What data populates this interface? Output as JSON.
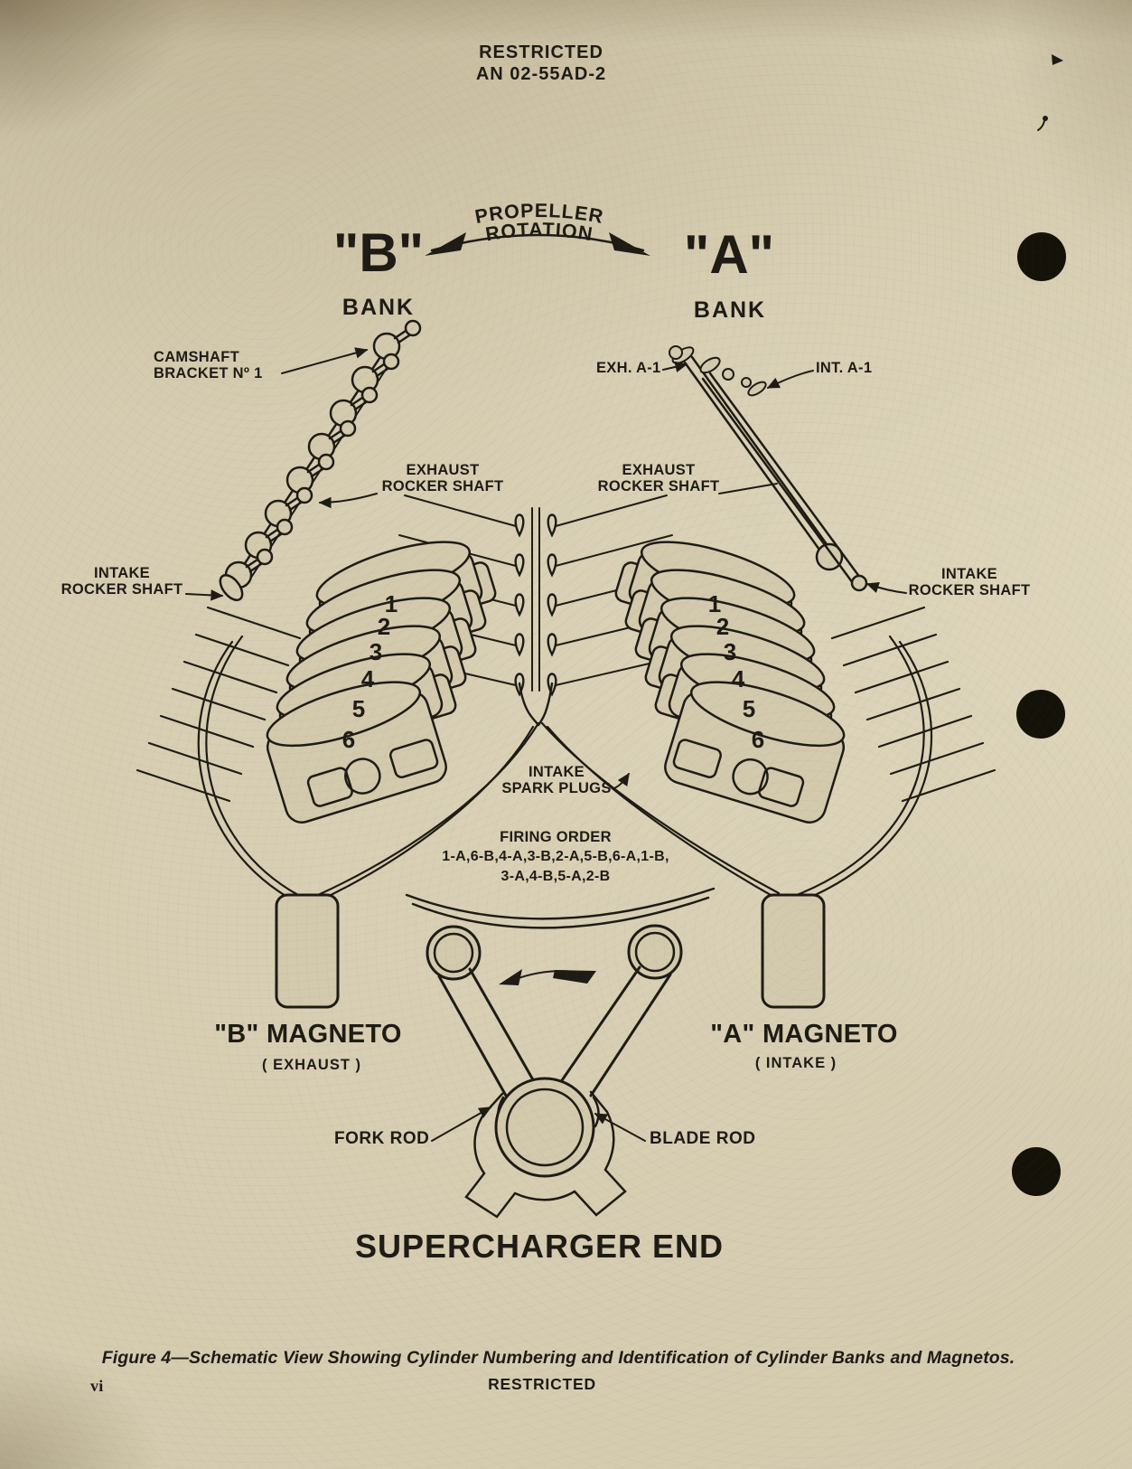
{
  "page": {
    "colors": {
      "paper": "#d3c9ad",
      "ink": "#1e1b15"
    }
  },
  "header": {
    "classification": "RESTRICTED",
    "doc_number": "AN 02-55AD-2"
  },
  "diagram": {
    "propeller_rotation": {
      "line1": "PROPELLER",
      "line2": "ROTATION"
    },
    "bank_b": {
      "letter": "\"B\"",
      "word": "BANK"
    },
    "bank_a": {
      "letter": "\"A\"",
      "word": "BANK"
    },
    "labels": {
      "camshaft_bracket_line1": "CAMSHAFT",
      "camshaft_bracket_line2": "BRACKET Nº 1",
      "exh_a1": "EXH. A-1",
      "int_a1": "INT. A-1",
      "exhaust_rocker_line1": "EXHAUST",
      "exhaust_rocker_line2": "ROCKER SHAFT",
      "intake_rocker_line1": "INTAKE",
      "intake_rocker_line2": "ROCKER SHAFT",
      "intake_spark_line1": "INTAKE",
      "intake_spark_line2": "SPARK PLUGS",
      "fork_rod": "FORK ROD",
      "blade_rod": "BLADE ROD",
      "supercharger_end": "SUPERCHARGER END"
    },
    "firing_order": {
      "title": "FIRING ORDER",
      "line1": "1-A,6-B,4-A,3-B,2-A,5-B,6-A,1-B,",
      "line2": "3-A,4-B,5-A,2-B"
    },
    "magneto_b": {
      "name": "\"B\" MAGNETO",
      "sub": "( EXHAUST )"
    },
    "magneto_a": {
      "name": "\"A\" MAGNETO",
      "sub": "( INTAKE )"
    },
    "cylinders_b": [
      "1",
      "2",
      "3",
      "4",
      "5",
      "6"
    ],
    "cylinders_a": [
      "1",
      "2",
      "3",
      "4",
      "5",
      "6"
    ]
  },
  "footer": {
    "caption": "Figure 4—Schematic View Showing Cylinder Numbering and Identification of Cylinder Banks and Magnetos.",
    "page_number": "vi",
    "classification": "RESTRICTED"
  }
}
